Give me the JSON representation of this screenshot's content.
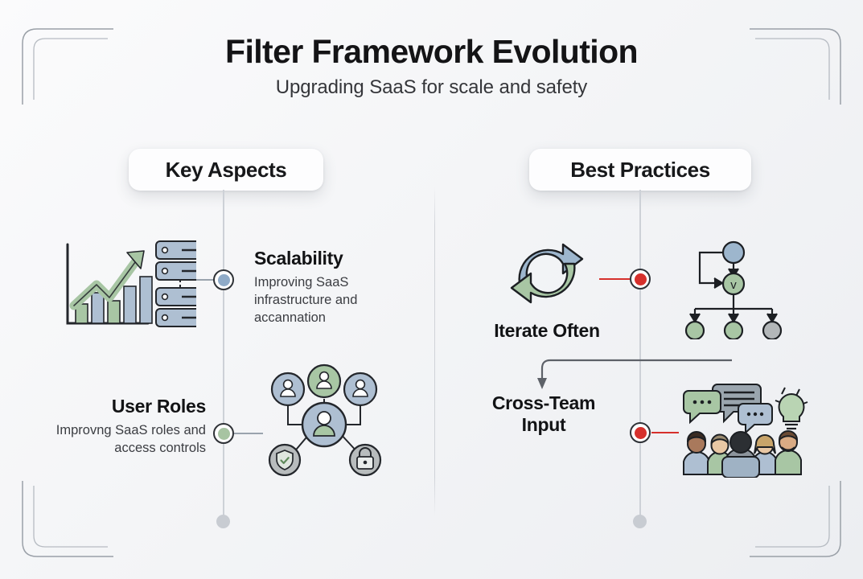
{
  "header": {
    "title": "Filter Framework Evolution",
    "subtitle": "Upgrading SaaS for scale and safety"
  },
  "columns": {
    "left": {
      "pill_label": "Key Aspects"
    },
    "right": {
      "pill_label": "Best Practices"
    }
  },
  "left_items": [
    {
      "heading": "Scalability",
      "body": "Improving SaaS infrastructure and accannation",
      "node_color": "#8fabc8",
      "icon_name": "growth-chart-server-icon"
    },
    {
      "heading": "User Roles",
      "body": "Improvng SaaS roles and access controls",
      "node_color": "#a7c4a2",
      "icon_name": "user-network-icon"
    }
  ],
  "right_items": [
    {
      "heading": "Iterate Often",
      "node_color": "#d6302c",
      "icon_name": "circular-arrows-icon",
      "secondary_icon_name": "flowchart-icon"
    },
    {
      "heading_line1": "Cross-Team",
      "heading_line2": "Input",
      "node_color": "#d6302c",
      "icon_name": "team-collaboration-icon"
    }
  ],
  "palette": {
    "blue": "#9db6cd",
    "green": "#a8c6a4",
    "gray": "#b3b7b9",
    "red": "#d6302c",
    "ink": "#23262b",
    "timeline": "#cdd1d7",
    "end_node": "#c8ccd2"
  }
}
